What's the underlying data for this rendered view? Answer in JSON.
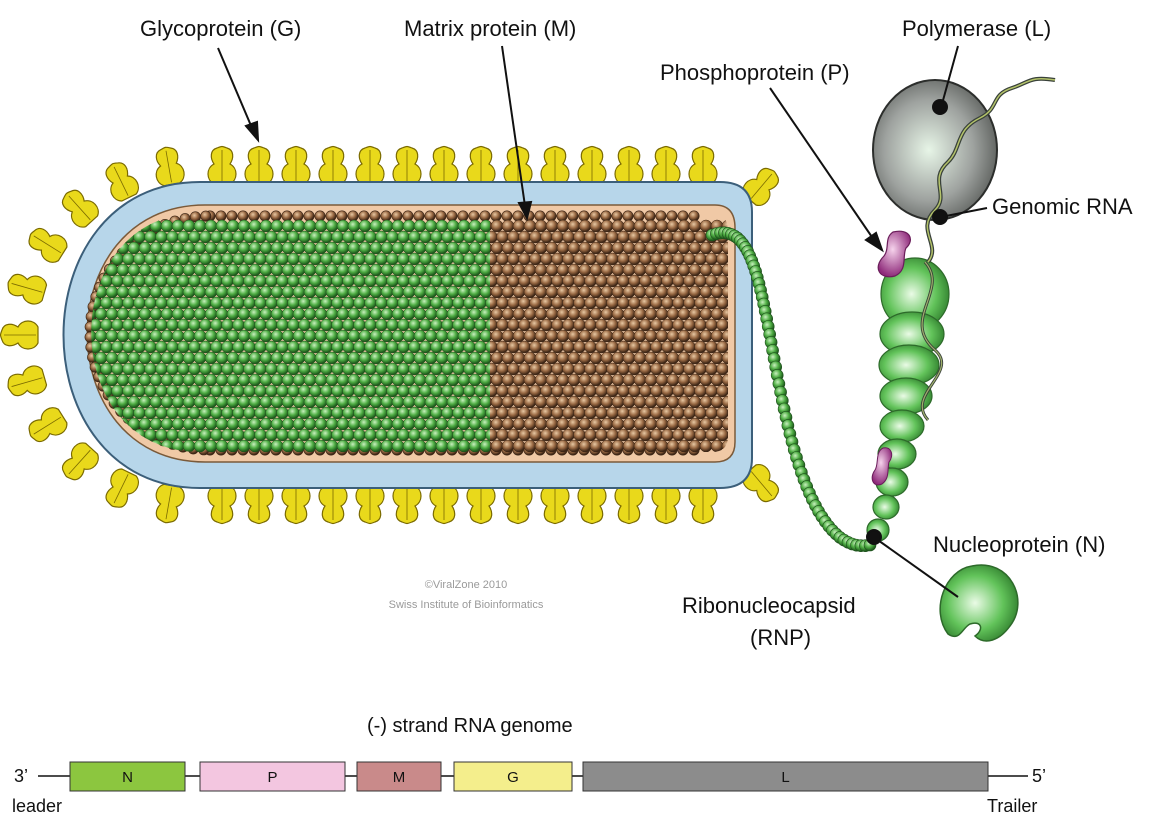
{
  "labels": {
    "glycoprotein": "Glycoprotein (G)",
    "matrix": "Matrix protein (M)",
    "polymerase": "Polymerase (L)",
    "phosphoprotein": "Phosphoprotein (P)",
    "genomic_rna": "Genomic RNA",
    "nucleoprotein": "Nucleoprotein (N)",
    "rnp_line1": "Ribonucleocapsid",
    "rnp_line2": "(RNP)"
  },
  "credit": {
    "line1": "©ViralZone 2010",
    "line2": "Swiss Institute of Bioinformatics"
  },
  "genome": {
    "title": "(-) strand RNA genome",
    "left_end": "3’",
    "right_end": "5’",
    "left_sub": "leader",
    "right_sub": "Trailer",
    "genes": [
      {
        "name": "N",
        "color": "#8cc63f"
      },
      {
        "name": "P",
        "color": "#f3c6e0"
      },
      {
        "name": "M",
        "color": "#c98a8a"
      },
      {
        "name": "G",
        "color": "#f4ee8c"
      },
      {
        "name": "L",
        "color": "#8c8c8c"
      }
    ]
  },
  "colors": {
    "spike": "#e9d91b",
    "membrane": "#b7d6ea",
    "inner": "#f0c9a6",
    "nucleocapsid": "#4cab43",
    "matrix": "#8c5a36",
    "polymerase": "#8f9290",
    "phospho": "#b33d9b"
  }
}
